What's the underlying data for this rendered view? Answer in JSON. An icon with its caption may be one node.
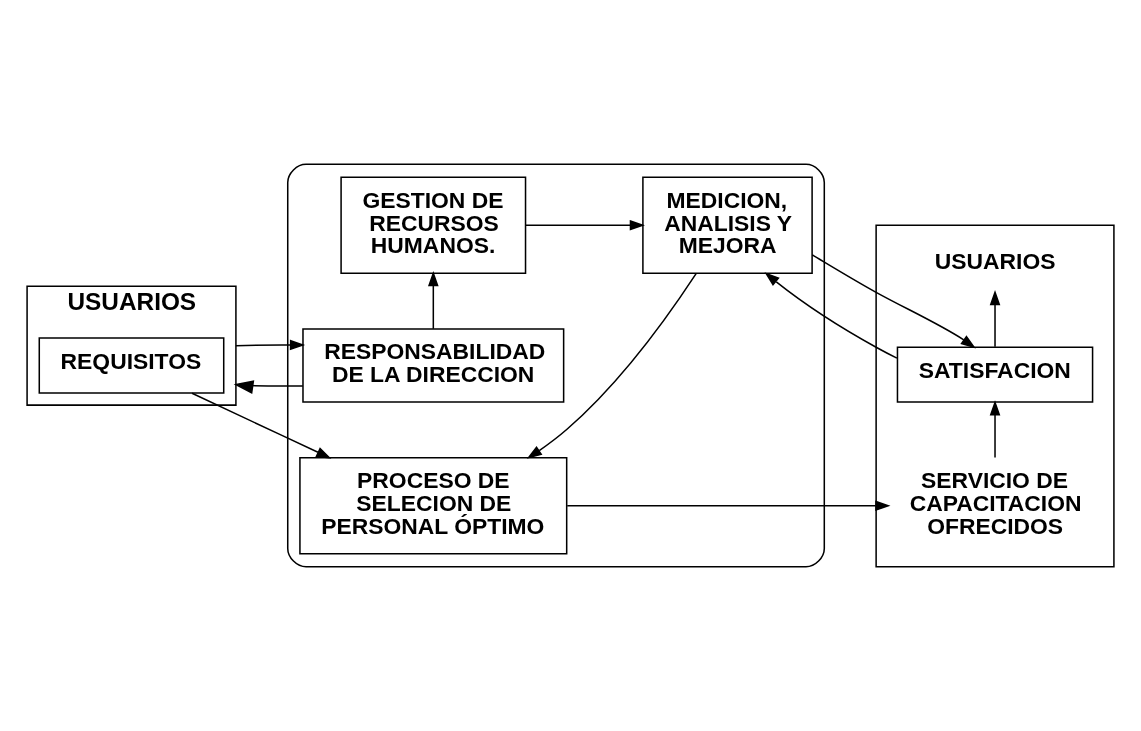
{
  "diagram": {
    "nodes": [
      {
        "text": [
          "USUARIOS"
        ]
      },
      {
        "text": [
          "REQUISITOS"
        ],
        "in": 0
      },
      {
        "text": [],
        "shape": "ellipse"
      },
      {
        "text": [
          "RESPONSABILIDAD DE LA DIRECCION"
        ],
        "in": 2
      },
      {
        "text": [
          "GESTION DE RECURSOS HUMANOS."
        ],
        "in": 2
      },
      {
        "text": [
          "MEDICION, ANALISIS Y MEJORA"
        ],
        "in": 2
      },
      {
        "text": [
          "PROCESO DE SELECION DE PERSONAL ÓPTIMO"
        ],
        "in": 2
      },
      {
        "text": [],
        "shape": "box"
      },
      {
        "text": [
          "USUARIOS"
        ],
        "in": 7
      },
      {
        "text": [
          "SATISFACION"
        ],
        "in": 7
      },
      {
        "text": [
          "SERVICIO DE CAPACITACION OFRECIDOS"
        ],
        "in": 7
      }
    ],
    "edges": [
      {
        "from": 3,
        "to": 0,
        "arrow": "to"
      },
      {
        "from": 0,
        "to": 3,
        "arrow": "to"
      },
      {
        "from": 3,
        "to": 4,
        "arrow": "to"
      },
      {
        "from": 4,
        "to": 5,
        "arrow": "to"
      },
      {
        "from": 5,
        "to": 9,
        "arrow": "to"
      },
      {
        "from": 9,
        "to": 5,
        "arrow": "to"
      },
      {
        "from": 5,
        "to": 6,
        "arrow": "to"
      },
      {
        "from": 1,
        "to": 6,
        "arrow": "to"
      },
      {
        "from": 6,
        "to": 10,
        "arrow": "to"
      },
      {
        "from": 10,
        "to": 9,
        "arrow": "to"
      },
      {
        "from": 9,
        "to": 8,
        "arrow": "to"
      }
    ]
  }
}
